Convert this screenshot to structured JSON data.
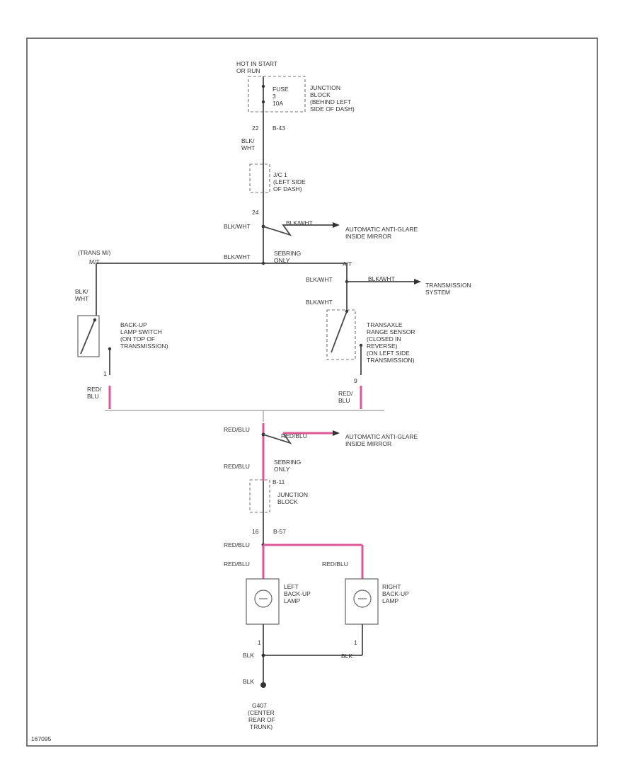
{
  "diagram": {
    "figure_id": "167095",
    "hot_in_start": [
      "HOT IN START",
      "OR RUN"
    ],
    "fuse": [
      "FUSE",
      "3",
      "10A"
    ],
    "junction_block_top": [
      "JUNCTION",
      "BLOCK",
      "(BEHIND LEFT",
      "SIDE OF DASH)"
    ],
    "pin_22": "22",
    "conn_b43": "B-43",
    "blk_wht_top": [
      "BLK/",
      "WHT"
    ],
    "jc1": [
      "J/C 1",
      "(LEFT SIDE",
      "OF DASH)"
    ],
    "pin_24": "24",
    "blk_wht_splice": "BLK/WHT",
    "blk_wht_branch1": "BLK/WHT",
    "mirror_top": [
      "AUTOMATIC ANTI-GLARE",
      "INSIDE MIRROR"
    ],
    "blk_wht_bus": "BLK/WHT",
    "sebring_only_top": [
      "SEBRING",
      "ONLY"
    ],
    "trans_m": "(TRANS M/)",
    "mt": "M/T",
    "at": "A/T",
    "blk_wht_left": [
      "BLK/",
      "WHT"
    ],
    "blk_wht_right1": "BLK/WHT",
    "blk_wht_right_branch": "BLK/WHT",
    "transmission_system": [
      "TRANSMISSION",
      "SYSTEM"
    ],
    "blk_wht_right2": "BLK/WHT",
    "backup_switch": [
      "BACK-UP",
      "LAMP SWITCH",
      "(ON TOP OF",
      "TRANSMISSION)"
    ],
    "transaxle_sensor": [
      "TRANSAXLE",
      "RANGE SENSOR",
      "(CLOSED IN",
      "REVERSE)",
      "(ON LEFT SIDE",
      "TRANSMISSION)"
    ],
    "pin_1_left": "1",
    "red_blu_left": [
      "RED/",
      "BLU"
    ],
    "pin_9_right": "9",
    "red_blu_right": [
      "RED/",
      "BLU"
    ],
    "red_blu_splice": "RED/BLU",
    "red_blu_branch2": "RED/BLU",
    "mirror_bottom": [
      "AUTOMATIC ANTI-GLARE",
      "INSIDE MIRROR"
    ],
    "red_blu_mid": "RED/BLU",
    "sebring_only_bottom": [
      "SEBRING",
      "ONLY"
    ],
    "conn_b11": "B-11",
    "junction_block_bottom": [
      "JUNCTION",
      "BLOCK"
    ],
    "pin_16": "16",
    "conn_b57": "B-57",
    "red_blu_lower": "RED/BLU",
    "red_blu_left_lamp": "RED/BLU",
    "red_blu_right_lamp": "RED/BLU",
    "left_lamp": [
      "LEFT",
      "BACK-UP",
      "LAMP"
    ],
    "right_lamp": [
      "RIGHT",
      "BACK-UP",
      "LAMP"
    ],
    "pin_1_lamp_left": "1",
    "pin_1_lamp_right": "1",
    "blk_ground1": "BLK",
    "blk_ground_right": "BLK",
    "blk_ground2": "BLK",
    "ground": [
      "G407",
      "(CENTER",
      "REAR OF",
      "TRUNK)"
    ]
  }
}
